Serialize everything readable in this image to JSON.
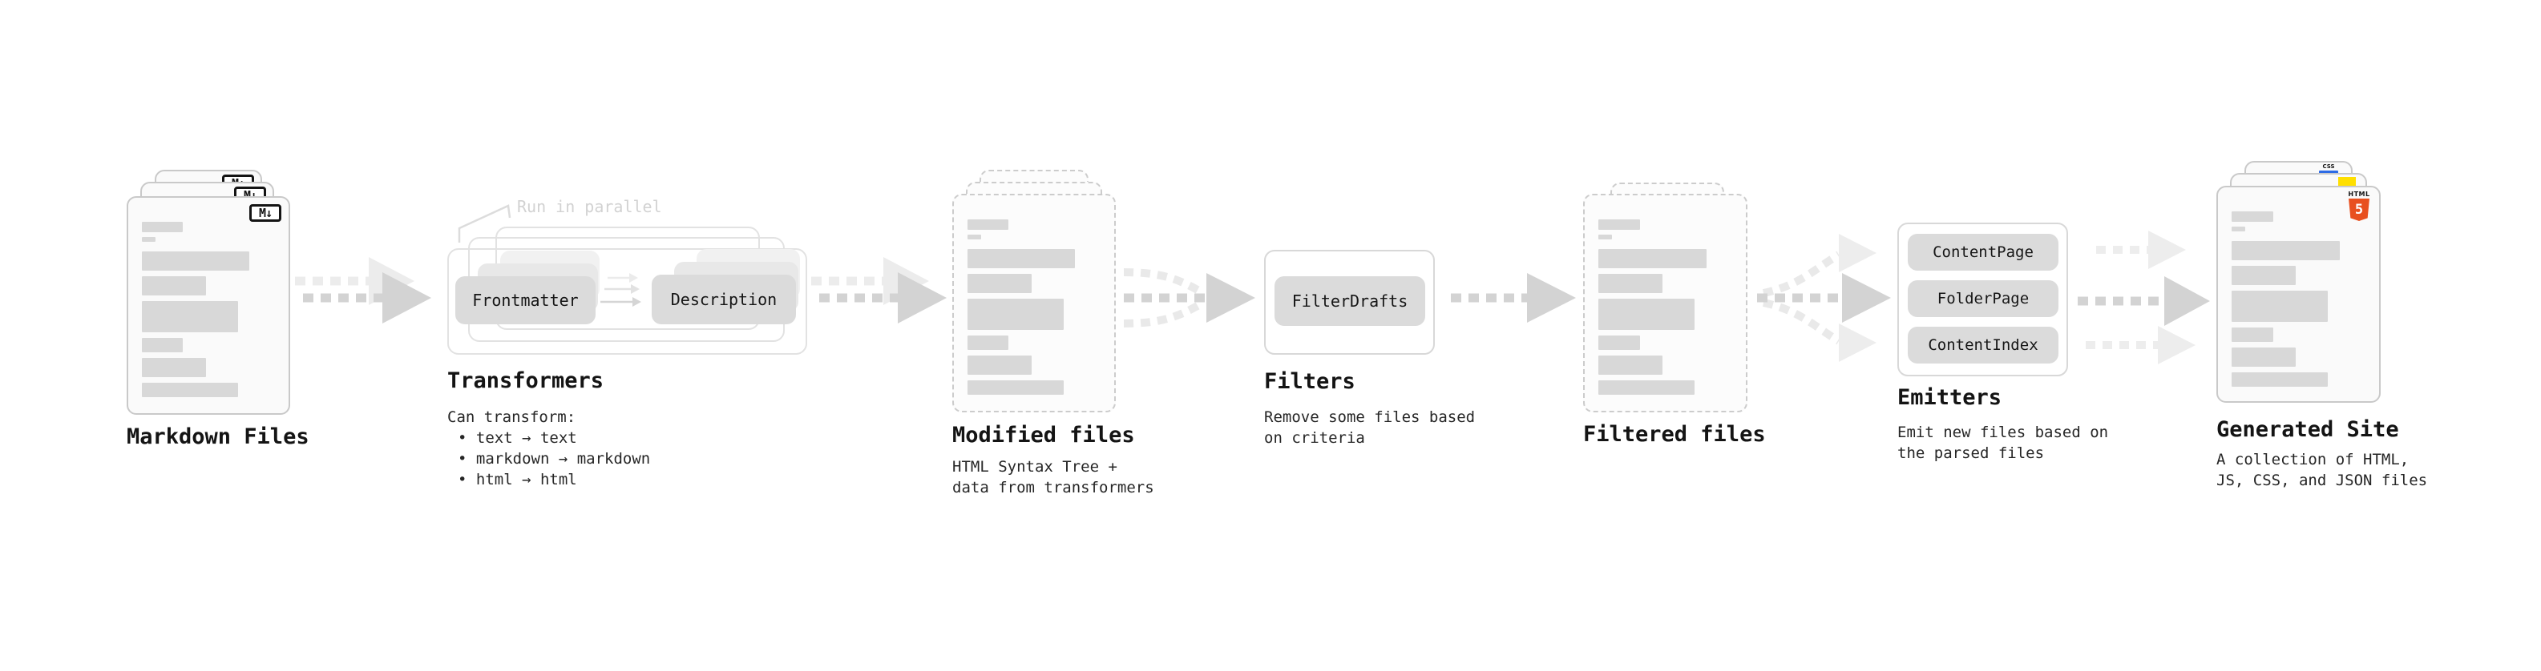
{
  "diagram": {
    "markdown_files": {
      "title": "Markdown Files",
      "badge": "M↓"
    },
    "transformers": {
      "title": "Transformers",
      "note": "Run in parallel",
      "pill_left": "Frontmatter",
      "pill_right": "Description",
      "desc_heading": "Can transform:",
      "bullets": [
        "• text → text",
        "• markdown → markdown",
        "• html → html"
      ]
    },
    "modified_files": {
      "title": "Modified files",
      "subtitle_lines": [
        "HTML Syntax Tree +",
        "data from transformers"
      ]
    },
    "filters": {
      "title": "Filters",
      "pill": "FilterDrafts",
      "subtitle_lines": [
        "Remove some files based",
        "on criteria"
      ]
    },
    "filtered_files": {
      "title": "Filtered files"
    },
    "emitters": {
      "title": "Emitters",
      "pills": [
        "ContentPage",
        "FolderPage",
        "ContentIndex"
      ],
      "subtitle_lines": [
        "Emit new files based on",
        "the parsed files"
      ]
    },
    "generated_site": {
      "title": "Generated Site",
      "subtitle_lines": [
        "A collection of HTML,",
        "JS, CSS, and JSON files"
      ],
      "css_badge": "CSS",
      "html_badge_label": "HTML",
      "html_badge_number": "5"
    }
  }
}
